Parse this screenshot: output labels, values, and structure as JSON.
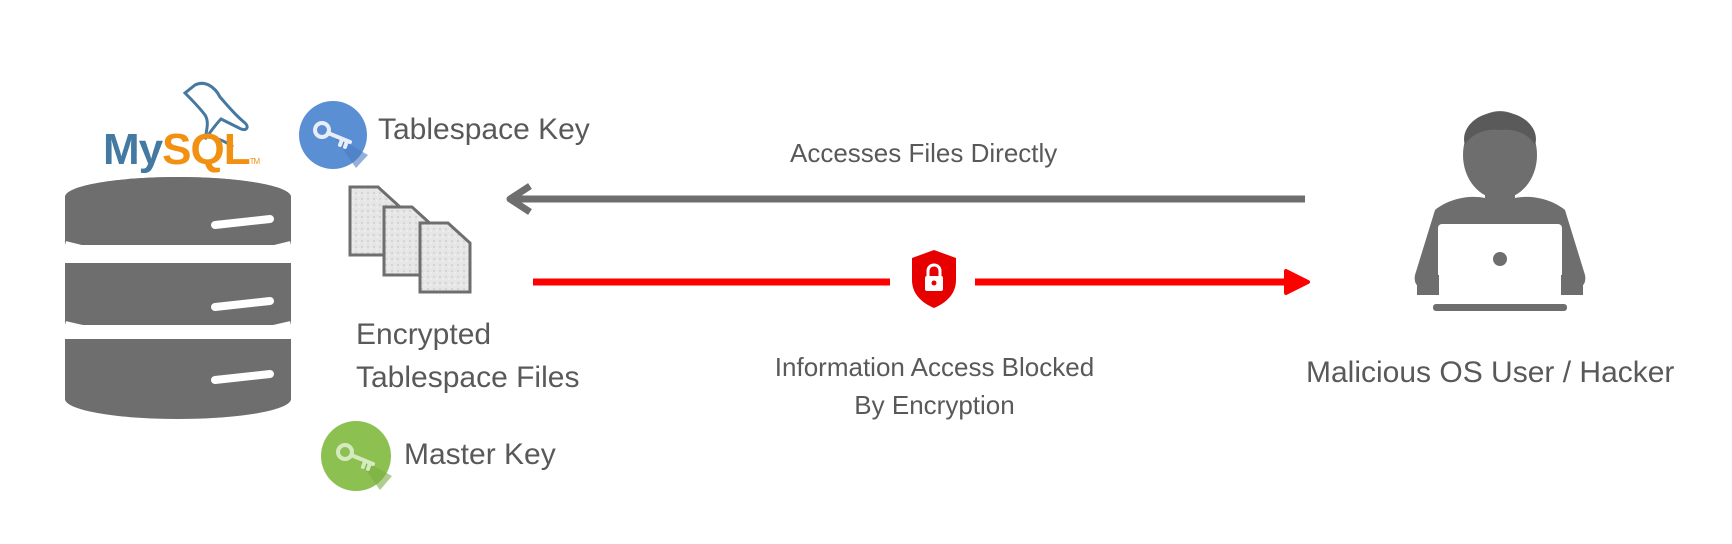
{
  "mysql_logo": {
    "text_my": "My",
    "text_sql": "SQL",
    "tm": "TM"
  },
  "tablespace_key": {
    "label": "Tablespace Key"
  },
  "master_key": {
    "label": "Master Key"
  },
  "files": {
    "line1": "Encrypted",
    "line2": "Tablespace Files"
  },
  "access_arrow": {
    "label": "Accesses Files Directly"
  },
  "blocked_arrow": {
    "line1": "Information Access Blocked",
    "line2": "By Encryption"
  },
  "hacker": {
    "label": "Malicious OS User / Hacker"
  },
  "colors": {
    "gray": "#6e6e6e",
    "text": "#595959",
    "red": "#ff0000",
    "blue_key": "#5b8fd4",
    "green_key": "#8cc152",
    "mysql_blue": "#4479a1",
    "mysql_orange": "#f29111"
  }
}
